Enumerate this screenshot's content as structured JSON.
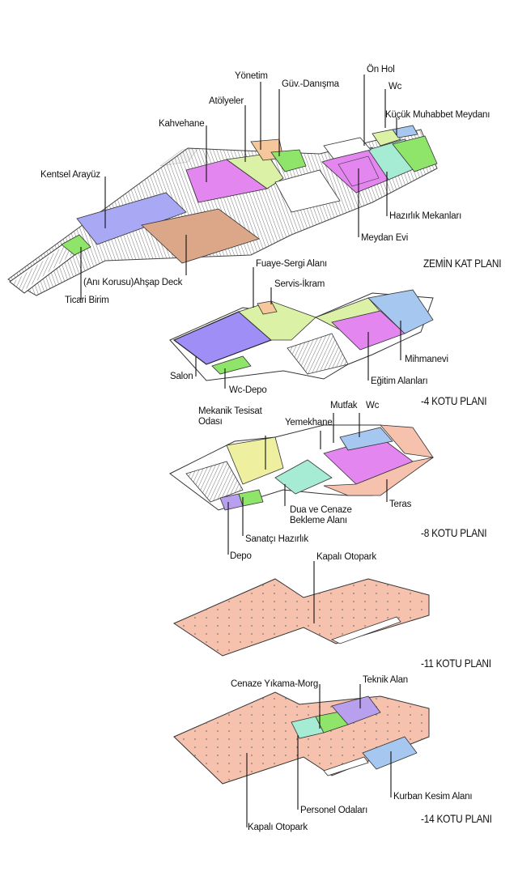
{
  "floors": {
    "zemin": {
      "title": "ZEMİN KAT PLANI",
      "labels": {
        "yonetim": "Yönetim",
        "guv_danisma": "Güv.-Danışma",
        "on_hol": "Ön Hol",
        "wc": "Wc",
        "kucuk_muhabbet": "Küçük Muhabbet Meydanı",
        "atolyeler": "Atölyeler",
        "kahvehane": "Kahvehane",
        "kentsel_arayuz": "Kentsel Arayüz",
        "hazirlik": "Hazırlık Mekanları",
        "meydan_evi": "Meydan Evi",
        "ahsap_deck": "(Anı Korusu)Ahşap Deck",
        "ticari_birim": "Ticari Birim"
      }
    },
    "kot4": {
      "title": "-4 KOTU PLANI",
      "labels": {
        "fuaye": "Fuaye-Sergi Alanı",
        "servis": "Servis-İkram",
        "mihmanevi": "Mihmanevi",
        "egitim": "Eğitim Alanları",
        "salon": "Salon",
        "wc_depo": "Wc-Depo"
      }
    },
    "kot8": {
      "title": "-8 KOTU PLANI",
      "labels": {
        "mekanik_1": "Mekanik Tesisat",
        "mekanik_2": "Odası",
        "mutfak": "Mutfak",
        "wc": "Wc",
        "yemekhane": "Yemekhane",
        "dua_1": "Dua ve Cenaze",
        "dua_2": "Bekleme Alanı",
        "teras": "Teras",
        "sanatci": "Sanatçı Hazırlık",
        "depo": "Depo"
      }
    },
    "kot11": {
      "title": "-11 KOTU PLANI",
      "labels": {
        "kapali_otopark": "Kapalı Otopark"
      }
    },
    "kot14": {
      "title": "-14 KOTU PLANI",
      "labels": {
        "cenaze": "Cenaze Yıkama-Morg",
        "teknik": "Teknik Alan",
        "kurban": "Kurban Kesim Alanı",
        "personel": "Personel Odaları",
        "kapali_otopark": "Kapalı Otopark"
      }
    }
  },
  "colors": {
    "purple": "#b9a0ee",
    "blue": "#a8a8f4",
    "lime": "#dbf2a6",
    "green": "#8fe46a",
    "magenta": "#e486f0",
    "salmon": "#f6c2ae",
    "brown": "#dca688",
    "orange": "#f5c79a",
    "teal": "#a6ecd4",
    "lightblue": "#a6c8f0",
    "yellow": "#eef0a0",
    "salon": "#9f8ef6"
  }
}
